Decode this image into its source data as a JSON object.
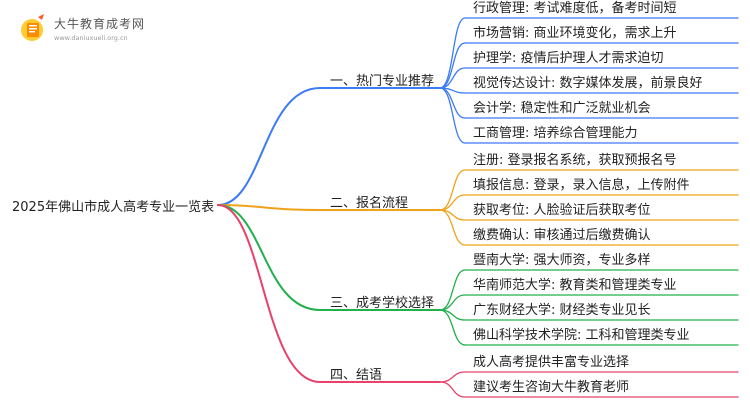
{
  "logo": {
    "name": "大牛教育成考网",
    "url": "www.daniuxueli.org.cn"
  },
  "root": {
    "label": "2025年佛山市成人高考专业一览表"
  },
  "branches": [
    {
      "label": "一、热门专业推荐",
      "color": "#3b7bf6",
      "items": [
        "行政管理: 考试难度低，备考时间短",
        "市场营销: 商业环境变化，需求上升",
        "护理学: 疫情后护理人才需求迫切",
        "视觉传达设计: 数字媒体发展，前景良好",
        "会计学: 稳定性和广泛就业机会",
        "工商管理: 培养综合管理能力"
      ]
    },
    {
      "label": "二、报名流程",
      "color": "#f0a21a",
      "items": [
        "注册: 登录报名系统，获取预报名号",
        "填报信息: 登录，录入信息，上传附件",
        "获取考位: 人脸验证后获取考位",
        "缴费确认: 审核通过后缴费确认"
      ]
    },
    {
      "label": "三、成考学校选择",
      "color": "#22b04b",
      "items": [
        "暨南大学: 强大师资，专业多样",
        "华南师范大学: 教育类和管理类专业",
        "广东财经大学: 财经类专业见长",
        "佛山科学技术学院: 工科和管理类专业"
      ]
    },
    {
      "label": "四、结语",
      "color": "#e8416b",
      "items": [
        "成人高考提供丰富专业选择",
        "建议考生咨询大牛教育老师"
      ]
    }
  ]
}
